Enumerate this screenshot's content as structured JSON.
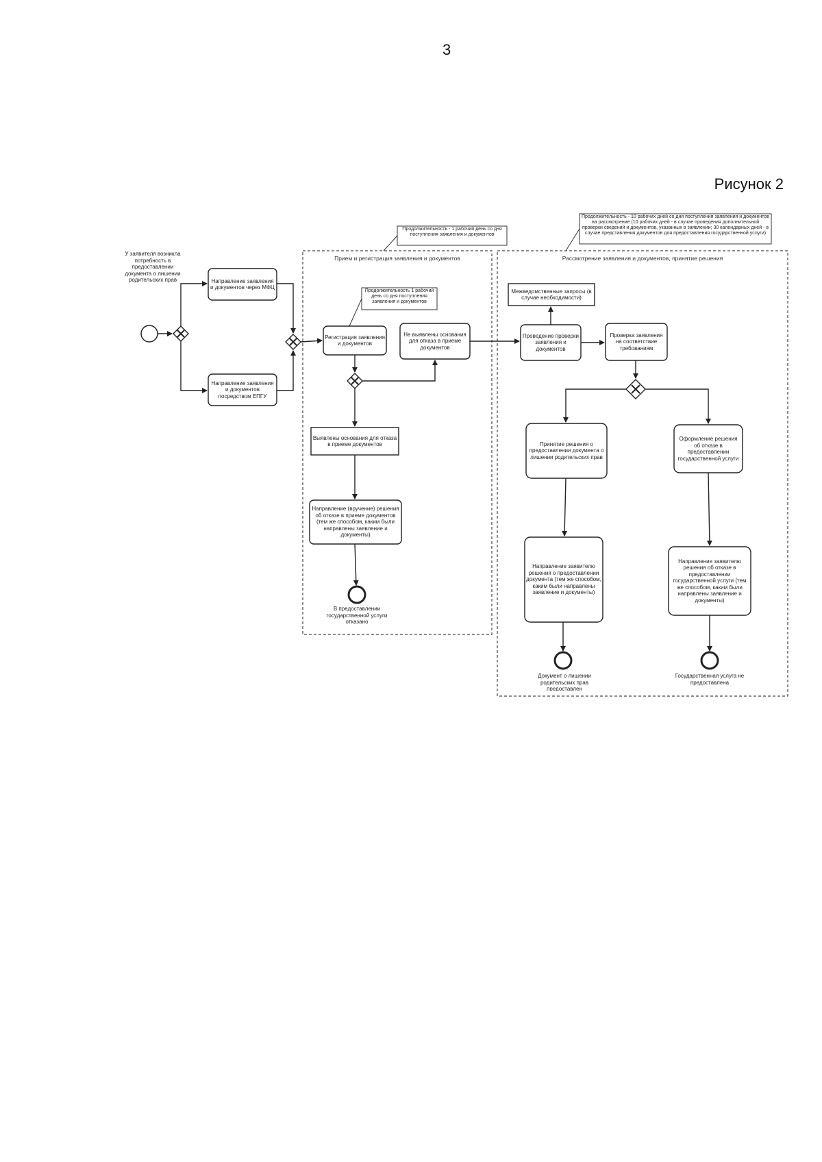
{
  "page": {
    "number": "3",
    "caption": "Рисунок 2"
  },
  "diagram": {
    "start_label": "У заявителя возникла потребность в предоставлении документа о лишении родительских прав",
    "lanes": {
      "lane1_title": "Прием и регистрация заявления и документов",
      "lane2_title": "Рассмотрение заявления и документов, принятие решения"
    },
    "notes": {
      "note1": "Продолжительность - 1 рабочий день со дня поступления заявления и документов",
      "note2": "Продолжительность - 10 рабочих дней со дня поступления заявления и документов на рассмотрение (10 рабочих дней - в случае проведения дополнительной проверки сведений и документов, указанных в заявлении; 30 календарных дней - в случае представления документов для предоставления государственной услуги)",
      "note3": "Продолжительность 1 рабочий день со дня поступления заявления и документов"
    },
    "tasks": {
      "t_submit_mfc": "Направление заявления и документов через МФЦ",
      "t_submit_epgu": "Направление заявления и документов посредством ЕПГУ",
      "t_register": "Регистрация заявления и документов",
      "t_no_grounds": "Не выявлены основания для отказа в приеме документов",
      "t_grounds": "Выявлены основания для отказа в приеме документов",
      "t_notify_refuse": "Направление (вручение) решения об отказе в приеме документов (тем же способом, каким были направлены заявление и документы)",
      "t_request": "Межведомственные запросы (в случае необходимости)",
      "t_check": "Проведение проверки заявления и документов",
      "t_check_grounds": "Проверка заявления на соответствие требованиям",
      "t_decision_grant": "Принятие решения о предоставлении документа о лишении родительских прав",
      "t_decision_refuse": "Оформление решения об отказе в предоставлении государственной услуги",
      "t_notify_grant": "Направление заявителю решения о предоставлении документа (тем же способом, каким были направлены заявление и документы)",
      "t_notify_refuse2": "Направление заявителю решения об отказе в предоставлении государственной услуги (тем же способом, каким были направлены заявление и документы)"
    },
    "end_labels": {
      "end_refused": "В предоставлении государственной услуги отказано",
      "end_granted": "Документ о лишении родительских прав предоставлен",
      "end_service_refused": "Государственная услуга не предоставлена"
    }
  }
}
